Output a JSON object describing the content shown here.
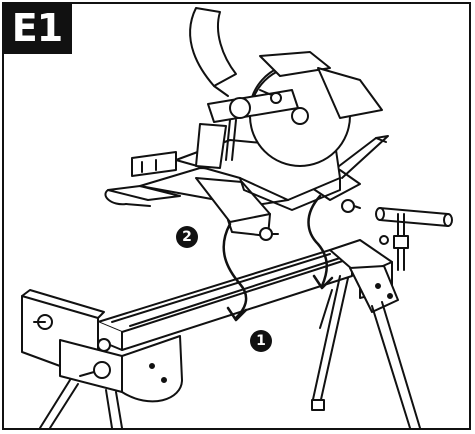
{
  "step_label": "E1",
  "markers": {
    "first": "1",
    "second": "2"
  },
  "colors": {
    "ink": "#111111",
    "paper": "#ffffff"
  }
}
